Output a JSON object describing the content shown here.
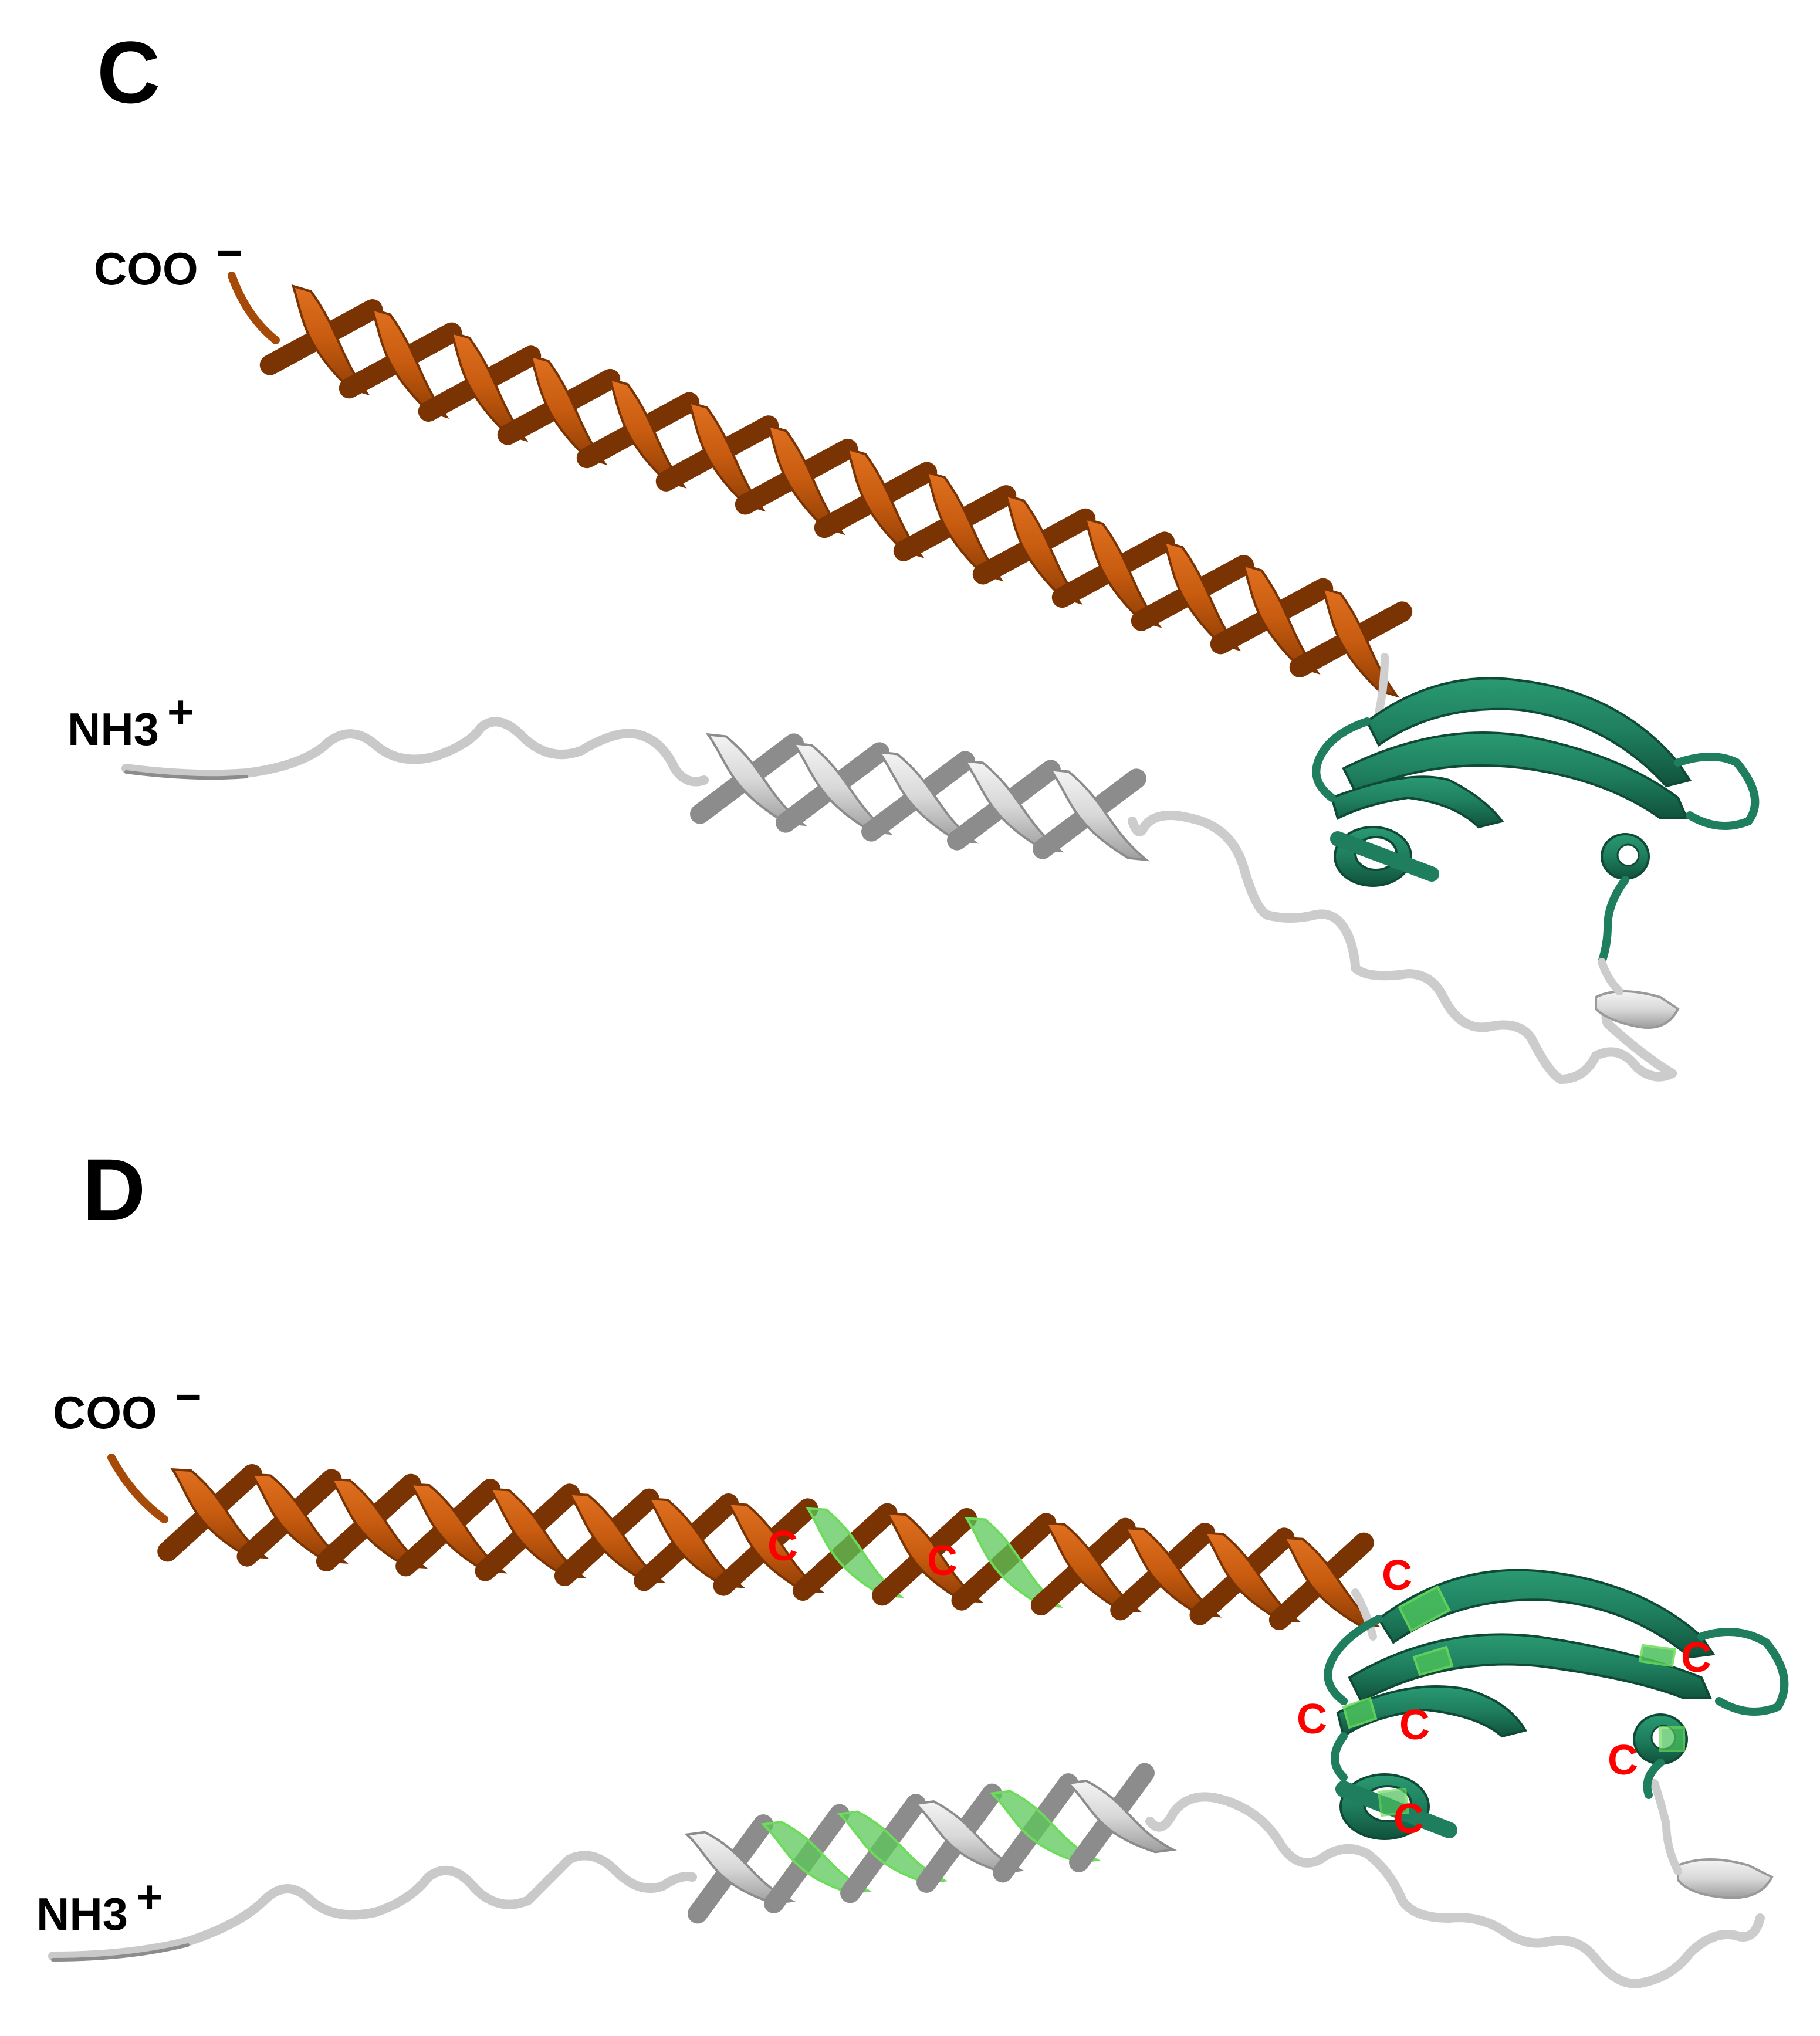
{
  "panels": [
    {
      "id": "C",
      "label": "C",
      "c_terminus": {
        "text": "COO",
        "charge": "−"
      },
      "n_terminus": {
        "text": "NH3",
        "charge": "+"
      },
      "cysteine_labels": []
    },
    {
      "id": "D",
      "label": "D",
      "c_terminus": {
        "text": "COO",
        "charge": "−"
      },
      "n_terminus": {
        "text": "NH3",
        "charge": "+"
      },
      "cysteine_labels": [
        "C",
        "C",
        "C",
        "C",
        "C",
        "C",
        "C",
        "C"
      ]
    }
  ],
  "colors": {
    "c_terminal_helix": "#c75b0f",
    "c_terminal_helix_dark": "#8e3d05",
    "n_terminal_region": "#dcdcdc",
    "n_terminal_region_dark": "#a9a9a9",
    "beta_domain": "#1e7e5e",
    "beta_domain_dark": "#135a42",
    "cysteine_highlight": "#6cdc5a",
    "cysteine_label": "#ff0000",
    "text": "#000000"
  }
}
